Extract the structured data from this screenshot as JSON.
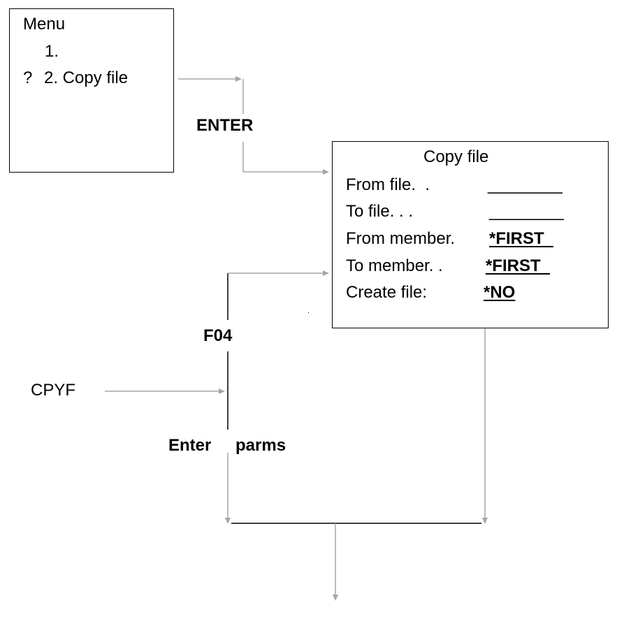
{
  "menu_screen": {
    "title": "Menu",
    "items": [
      {
        "marker": "",
        "label": "1."
      },
      {
        "marker": "?",
        "label": "2. Copy file"
      }
    ]
  },
  "copy_file_screen": {
    "title": "Copy file",
    "fields": [
      {
        "label": "From file.  .",
        "value": "________",
        "style": "blank"
      },
      {
        "label": "To file. . .",
        "value": "________",
        "style": "blank"
      },
      {
        "label": "From member.",
        "value": "*FIRST  ",
        "style": "bold-underline"
      },
      {
        "label": "To member. .",
        "value": "*FIRST  ",
        "style": "bold-underline"
      },
      {
        "label": "Create file:",
        "value": "*NO",
        "style": "bold-underline"
      }
    ]
  },
  "flow_labels": {
    "enter": "ENTER",
    "f04": "F04",
    "cpyf": "CPYF",
    "enter_parms_1": "Enter",
    "enter_parms_2": "parms"
  },
  "colors": {
    "connector": "#a6a6a6",
    "line": "#000000"
  }
}
